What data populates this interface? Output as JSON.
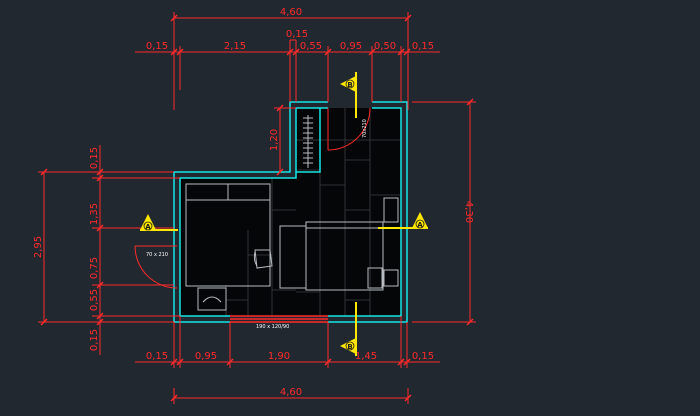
{
  "dimensions": {
    "top_total": "4,60",
    "top_segments": [
      "0,15",
      "2,15",
      "0,15",
      "0,55",
      "0,95",
      "0,50",
      "0,15"
    ],
    "bottom_total": "4,60",
    "bottom_segments": [
      "0,15",
      "0,95",
      "1,90",
      "1,45",
      "0,15"
    ],
    "left_total": "2,95",
    "left_segments": [
      "0,15",
      "1,35",
      "0,75",
      "0,55",
      "0,15"
    ],
    "right_total": "4,30",
    "inner_height": "1,20"
  },
  "openings": {
    "door_top": "70x210",
    "door_left": "70 x 210",
    "window_bottom": "190 x 120/90"
  },
  "section_markers": [
    "A",
    "A",
    "B",
    "B"
  ],
  "colors": {
    "background": "#212830",
    "dimension": "#ff2a2a",
    "wall": "#16e6e6",
    "furniture": "#b8bcc2",
    "floor": "#000000",
    "marker": "#ffe800"
  }
}
